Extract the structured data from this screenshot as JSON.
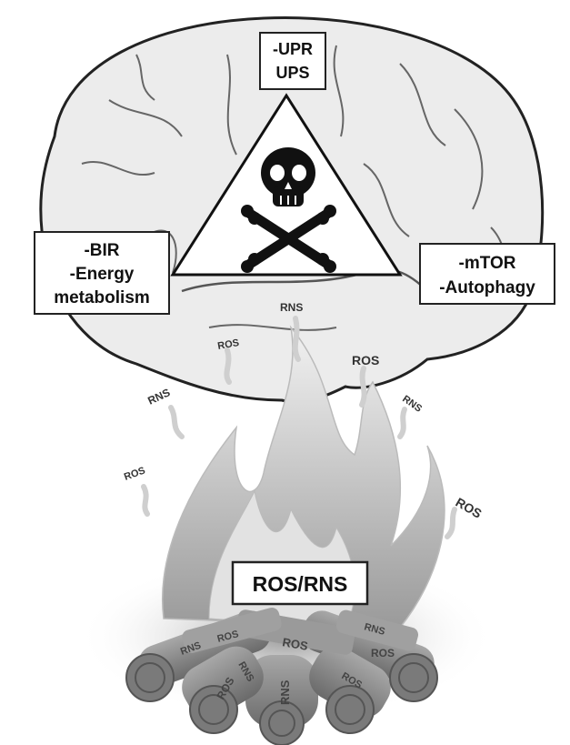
{
  "boxes": {
    "top": {
      "line1": "-UPR",
      "line2": "UPS"
    },
    "left": {
      "line1": "-BIR",
      "line2": "-Energy",
      "line3": "metabolism"
    },
    "right": {
      "line1": "-mTOR",
      "line2": "-Autophagy"
    },
    "center": {
      "label": "ROS/RNS"
    }
  },
  "radicals": {
    "rns_top": "RNS",
    "ros_brain_left": "ROS",
    "ros_brain_right": "ROS",
    "rns_left": "RNS",
    "rns_right": "RNS",
    "ros_far_left": "ROS",
    "ros_far_right": "ROS"
  },
  "logs": {
    "log1": "RNS",
    "log2": "ROS",
    "log3": "RNS",
    "log4": "ROS",
    "log5": "ROS",
    "log6": "RNS",
    "log7": "ROS",
    "log8": "RNS",
    "log9": "ROS"
  },
  "icons": {
    "hazard": "skull-crossbones-icon"
  },
  "colors": {
    "outline": "#222222",
    "brain": "#ececec",
    "flame": "#c8c8c8",
    "log": "#8a8a8a"
  }
}
